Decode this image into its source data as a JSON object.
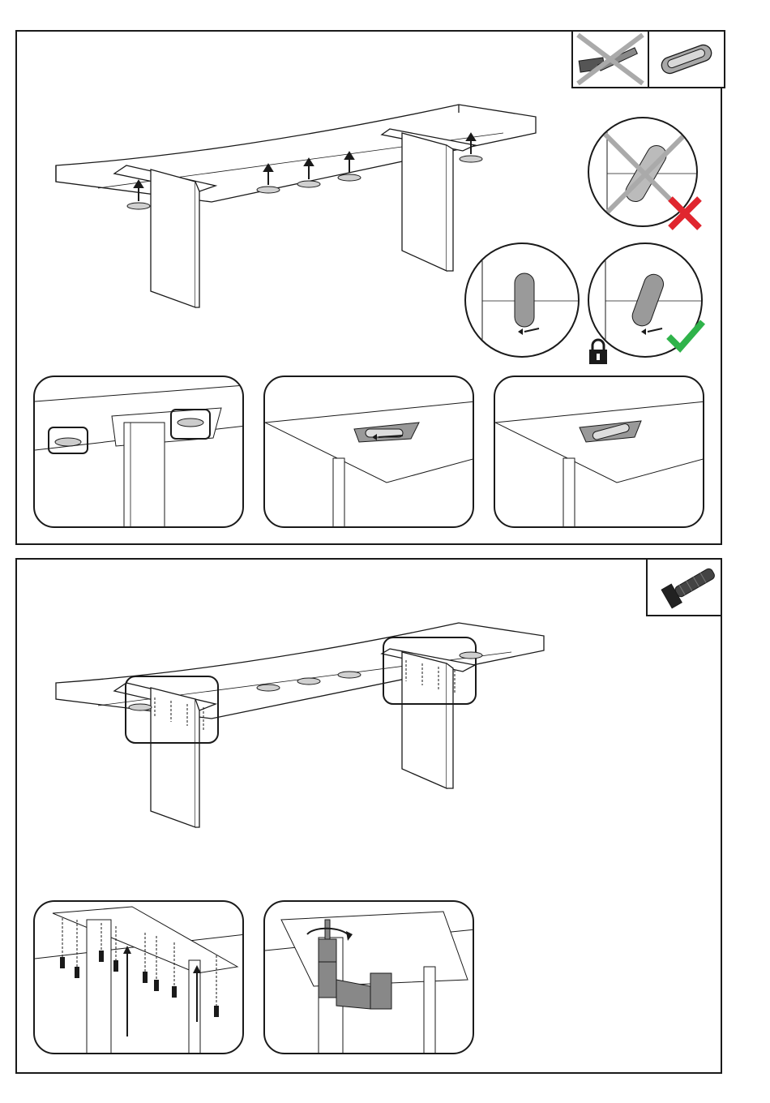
{
  "document": {
    "type": "assembly-instructions",
    "steps": [
      {
        "parts": [
          "no-hammer-icon",
          "cam-lock-fitting-icon"
        ],
        "checks": [
          {
            "label": "incorrect-rotation",
            "status": "wrong"
          },
          {
            "label": "correct-rotation",
            "status": "ok"
          }
        ],
        "lock_icon": "padlock-icon"
      },
      {
        "parts": [
          "countersunk-screw-icon"
        ],
        "tool": "cordless-drill-icon"
      }
    ]
  },
  "colors": {
    "line": "#1a1a1a",
    "grey_part": "#9a9a9a",
    "light_grey": "#c8c8c8",
    "wrong": "#e0262f",
    "ok": "#2fb34a"
  }
}
